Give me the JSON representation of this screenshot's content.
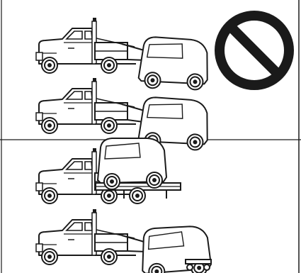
{
  "figure": {
    "sections": [
      {
        "id": "prohibited",
        "marker": "no-symbol",
        "scenes": [
          {
            "truck": "wrecker",
            "load": "car-rear-lifted-front-wheels-on-ground"
          },
          {
            "truck": "wrecker",
            "load": "car-rear-lifted-front-wheels-on-ground"
          }
        ]
      },
      {
        "id": "permitted",
        "scenes": [
          {
            "truck": "flatbed",
            "load": "car-on-flatbed"
          },
          {
            "truck": "wrecker",
            "load": "car-front-lifted-rear-on-wheel-dolly"
          }
        ]
      }
    ],
    "colors": {
      "ink": "#1a1a1a",
      "background": "#ffffff"
    }
  }
}
